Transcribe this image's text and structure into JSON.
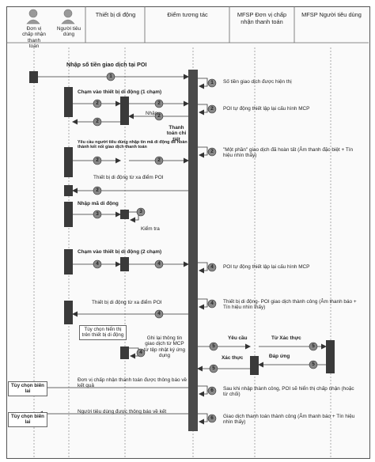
{
  "actors": [
    {
      "name": "merchant",
      "label": "Đơn vị chấp nhận thanh toán"
    },
    {
      "name": "consumer",
      "label": "Người tiêu dùng"
    }
  ],
  "lanes": [
    {
      "name": "mobile-device",
      "label": "Thiết bị di động"
    },
    {
      "name": "poi",
      "label": "Điểm tương tác"
    },
    {
      "name": "mfsp-merchant",
      "label": "MFSP Đơn vị chấp nhận thanh toán"
    },
    {
      "name": "mfsp-consumer",
      "label": "MFSP Người tiêu dùng"
    }
  ],
  "step_numbers": [
    "1",
    "2",
    "3",
    "4",
    "5",
    "6"
  ],
  "messages": {
    "enter_amount": "Nhập số tiền giao dịch tại POI",
    "tap_once": "Chạm vào thiết bị di động (1 chạm)",
    "receive": "Nhận",
    "payment_detail": "Thanh toán chi tiết",
    "request_pin": "Yêu cầu người tiêu dùng nhập tin mã di động để hoàn thành kết nối giao dịch thanh toán",
    "remove_device": "Thiết bị di động từ xa điểm POI",
    "enter_pin": "Nhập mã di động",
    "check": "Kiểm tra",
    "tap_twice": "Chạm vào thiết bị di động (2 chạm)",
    "remove_device_2": "Thiết bị di động từ xa điểm POI",
    "request": "Yêu cầu",
    "verification": "Xác thực",
    "response": "Đáp ứng",
    "from_verification": "Từ Xác thực",
    "merchant_notified": "Đơn vị chấp nhận thanh toán được thông báo về kết quả",
    "consumer_notified": "Người tiêu dùng được thông báo về kết"
  },
  "annotations": {
    "amount_shown": "Số tiền giao dịch được hiện thị",
    "auto_setup_1": "POI tự động thiết lập lại cấu hình MCP",
    "partial_done": "\"Một phần\" giao dịch đã hoàn tất (Âm thanh đặc biệt + Tín hiệu nhìn thấy)",
    "auto_setup_2": "POI tự động thiết lập lại cấu hình MCP",
    "poi_success": "Thiết bị di động- POI giao dịch thành công (Âm thanh báo + Tín hiệu nhìn thấy)",
    "record_info": "Ghi lại thông tin giao dịch từ MCP từ tệp nhật ký ứng dụng",
    "after_success": "Sau khi nhập thành công, POI sẽ hiển thị chấp nhận (hoặc từ chối)",
    "final_success": "Giao dịch thanh toán thành công (Âm thanh báo + Tín hiệu nhìn thấy)"
  },
  "notes": {
    "optional_display": "Tùy chọn hiển thị trên thiết bị di động",
    "optional_receipt_1": "Tùy chọn biên lai",
    "optional_receipt_2": "Tùy chọn biên lai"
  }
}
